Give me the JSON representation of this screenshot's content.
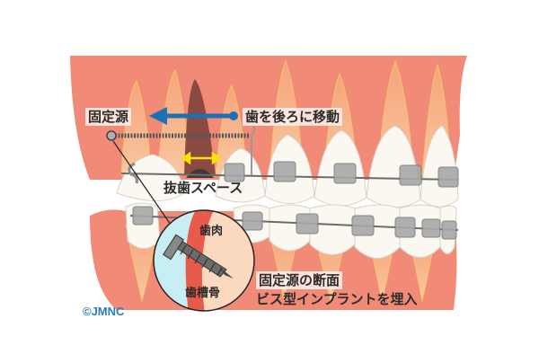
{
  "diagram": {
    "subject": "Orthodontic tooth movement using a mini-implant anchorage (cross-section)",
    "labels": {
      "anchorage": "固定源",
      "move_teeth_back": "歯を後ろに移動",
      "extraction_space": "抜歯スペース",
      "gum": "歯肉",
      "alveolar_bone": "歯槽骨",
      "cross_section_line1": "固定源の断面",
      "cross_section_line2": "ビス型インプラントを埋入"
    },
    "copyright": "©JMNC",
    "colors": {
      "gum": "#f28a78",
      "gum_dark": "#e8705f",
      "root": "#f7b48a",
      "tooth": "#fbf8f2",
      "bracket": "#9a9a9a",
      "arrow": "#1f6fb5",
      "extracted_tooth": "#8a4a42",
      "space_marker": "#f5e400",
      "bone": "#fbd9bf",
      "soft_tissue_blue": "#c8eef5",
      "copyright": "#2e7cc0"
    }
  }
}
